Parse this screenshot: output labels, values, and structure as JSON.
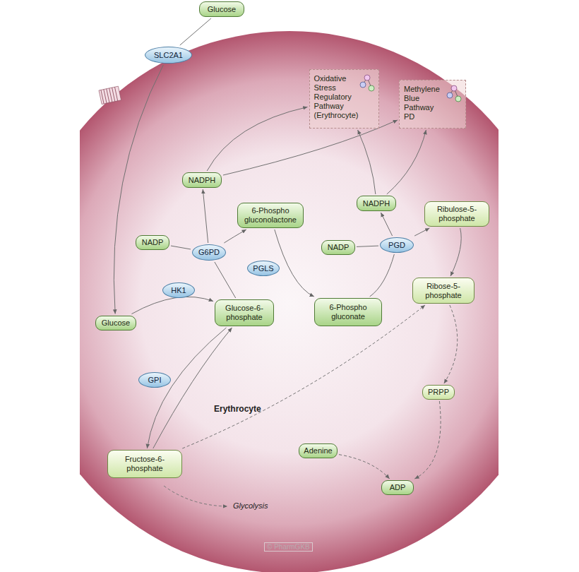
{
  "diagram": {
    "nodes": [
      {
        "text": [
          "Glucose"
        ]
      },
      {
        "text": [
          "SLC2A1"
        ]
      },
      {
        "text": [
          "Oxidative Stress Regulatory Pathway (Erythrocyte)"
        ]
      },
      {
        "text": [
          "Methylene Blue Pathway PD"
        ]
      },
      {
        "text": [
          "NADPH"
        ]
      },
      {
        "text": [
          "6-Phospho gluconolactone"
        ]
      },
      {
        "text": [
          "NADPH"
        ]
      },
      {
        "text": [
          "Ribulose-5-phosphate"
        ]
      },
      {
        "text": [
          "NADP"
        ]
      },
      {
        "text": [
          "G6PD"
        ]
      },
      {
        "text": [
          "NADP"
        ]
      },
      {
        "text": [
          "PGD"
        ]
      },
      {
        "text": [
          "PGLS"
        ]
      },
      {
        "text": [
          "HK1"
        ]
      },
      {
        "text": [
          "Ribose-5-phosphate"
        ]
      },
      {
        "text": [
          "Glucose"
        ]
      },
      {
        "text": [
          "Glucose-6-phosphate"
        ]
      },
      {
        "text": [
          "6-Phospho gluconate"
        ]
      },
      {
        "text": [
          "PRPP"
        ]
      },
      {
        "text": [
          "GPI"
        ]
      },
      {
        "text": [
          "Fructose-6-phosphate"
        ]
      },
      {
        "text": [
          "Adenine"
        ]
      },
      {
        "text": [
          "ADP"
        ]
      }
    ],
    "edges": [
      {
        "from": 0,
        "to": 1,
        "arrow": "none"
      },
      {
        "from": 1,
        "to": 15,
        "arrow": "to"
      },
      {
        "from": 15,
        "to": 16,
        "arrow": "to"
      },
      {
        "from": 16,
        "to": 9,
        "arrow": "none"
      },
      {
        "from": 9,
        "to": 5,
        "arrow": "to"
      },
      {
        "from": 8,
        "to": 9,
        "arrow": "none"
      },
      {
        "from": 9,
        "to": 4,
        "arrow": "to"
      },
      {
        "from": 4,
        "to": 2,
        "arrow": "to"
      },
      {
        "from": 4,
        "to": 3,
        "arrow": "to"
      },
      {
        "from": 5,
        "to": 17,
        "arrow": "to"
      },
      {
        "from": 17,
        "to": 11,
        "arrow": "none"
      },
      {
        "from": 11,
        "to": 7,
        "arrow": "to"
      },
      {
        "from": 10,
        "to": 11,
        "arrow": "none"
      },
      {
        "from": 11,
        "to": 6,
        "arrow": "to"
      },
      {
        "from": 6,
        "to": 2,
        "arrow": "to"
      },
      {
        "from": 6,
        "to": 3,
        "arrow": "to"
      },
      {
        "from": 7,
        "to": 14,
        "arrow": "to"
      },
      {
        "from": 14,
        "to": 18,
        "arrow": "to"
      },
      {
        "from": 18,
        "to": 22,
        "arrow": "to"
      },
      {
        "from": 21,
        "to": 22,
        "arrow": "to"
      },
      {
        "from": 16,
        "to": 20,
        "arrow": "to"
      },
      {
        "from": 20,
        "to": 16,
        "arrow": "to"
      },
      {
        "from": 20,
        "to": 14,
        "arrow": "to"
      }
    ],
    "labels": [
      "Erythrocyte",
      "Glycolysis",
      "© PharmGKB"
    ]
  }
}
